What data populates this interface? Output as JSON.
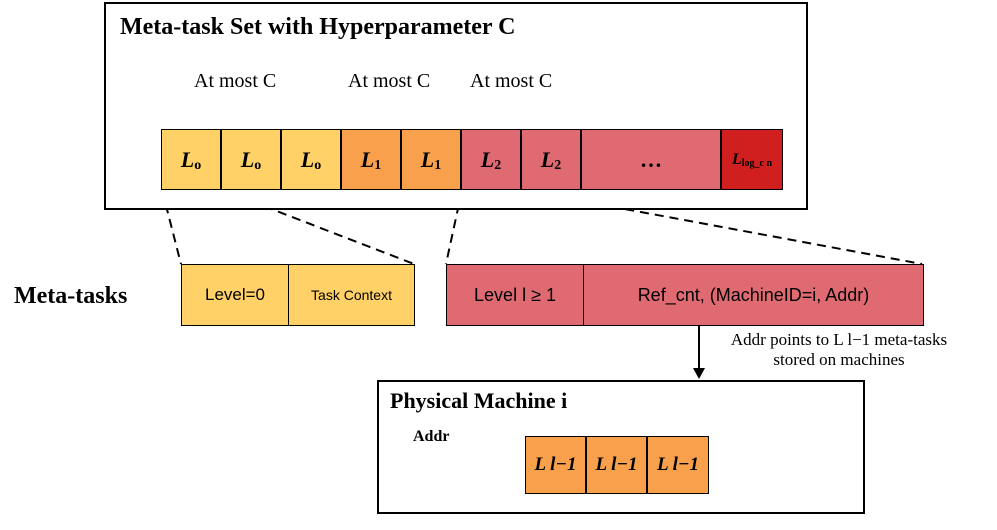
{
  "meta_set": {
    "title": "Meta-task Set with Hyperparameter C",
    "braces": [
      "At most C",
      "At most C",
      "At most C"
    ],
    "cells": [
      {
        "base": "L",
        "sub": "o",
        "color": "#ffd166"
      },
      {
        "base": "L",
        "sub": "o",
        "color": "#ffd166"
      },
      {
        "base": "L",
        "sub": "o",
        "color": "#ffd166"
      },
      {
        "base": "L",
        "sub": "1",
        "color": "#f9a04d"
      },
      {
        "base": "L",
        "sub": "1",
        "color": "#f9a04d"
      },
      {
        "base": "L",
        "sub": "2",
        "color": "#e06a72"
      },
      {
        "base": "L",
        "sub": "2",
        "color": "#e06a72"
      },
      {
        "base": "…",
        "sub": "",
        "color": "#e06a72"
      },
      {
        "base": "L",
        "sub": "log_c n",
        "color": "#d11f1f"
      }
    ]
  },
  "meta_tasks": {
    "label": "Meta-tasks",
    "level0": {
      "level": "Level=0",
      "context": "Task Context"
    },
    "levelN": {
      "level": "Level l ≥ 1",
      "ref": "Ref_cnt, (MachineID=i, Addr)"
    }
  },
  "pointer_note": {
    "line1": "Addr points to L l−1 meta-tasks",
    "line2": "stored on machines"
  },
  "machine": {
    "title": "Physical Machine i",
    "addr_label": "Addr",
    "cells": [
      "L l−1",
      "L l−1",
      "L l−1"
    ]
  },
  "colors": {
    "level0": "#ffd166",
    "level1": "#f9a04d",
    "level2": "#e06a72",
    "levelLog": "#d11f1f"
  }
}
